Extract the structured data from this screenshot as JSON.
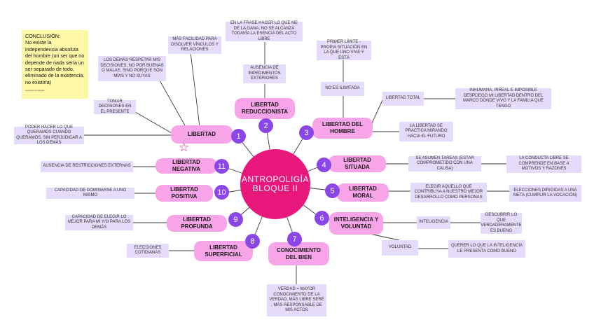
{
  "hub": {
    "line1": "ANTROPOLIGÍA",
    "line2": "BLOQUE II"
  },
  "conclusion": {
    "title": "CONCLUSIÓN:",
    "body": "No existe la independencia absoluta del hombre (un ser que no depende de nada sería un ser separado de todo, eliminado de la existencia. no existiría)",
    "signature": "Leanders Fernandez"
  },
  "topics": [
    {
      "num": "1",
      "label": "LIBERTAD"
    },
    {
      "num": "2",
      "label": "LIBERTAD REDUCCIONISTA"
    },
    {
      "num": "3",
      "label": "LIBERTAD DEL HOMBRE"
    },
    {
      "num": "4",
      "label": "LIBERTAD SITUADA"
    },
    {
      "num": "5",
      "label": "LIBERTAD MORAL"
    },
    {
      "num": "6",
      "label": "INTELIGENCIA Y VOLUNTAD"
    },
    {
      "num": "7",
      "label": "CONOCIMIENTO DEL BIEN"
    },
    {
      "num": "8",
      "label": "LIBERTAD SUPERFICIAL"
    },
    {
      "num": "9",
      "label": "LIBERTAD PROFUNDA"
    },
    {
      "num": "10",
      "label": "LIBERTAD POSITIVA"
    },
    {
      "num": "11",
      "label": "LIBERTAD NEGATIVA"
    }
  ],
  "details": {
    "libertad_1": "TOMAR DECISIONES EN EL PRESENTE",
    "libertad_2": "PODER HACER LO QUE QUERAMOS CUANDO QUERAMOS, SIN PERJUDICAR A LOS DEMÁS",
    "libertad_3": "LOS DEMÁS RESPETAR MIS DECISIONES, NO POR BUENAS O MALAS, SINO PORQUE SON MÍAS Y NO SUYAS",
    "libertad_4": "MÁS FACILIDAD PARA DISOLVER VÍNCULOS Y RELACIONES",
    "reduccionista_1": "AUSENCIA DE IMPEDIMENTOS EXTERIORES",
    "reduccionista_2": "EN LA FRASE HACER LO QUE ME DE LA GANA, NO SE ALCANZA TODAVÍA LA ESENCIA DEL ACTO LIBRE",
    "hombre_1": "PRIMER LÍMITE - PROPIA SITUACIÓN EN LA QUE UNO VIVE Y ESTÁ",
    "hombre_2": "NO ES ILIMITADA",
    "hombre_3": "LIBERTAD TOTAL",
    "hombre_3b": "INHUMANA, IRREAL E IMPOSIBLE DESPLIEGO MI LIBERTAD DENTRO DEL MARCO DONDE VIVO Y LA FAMILIA QUE TENGO",
    "hombre_4": "LA LIBERTAD SE PRACTICA MIRANDO HACIA EL FUTURO",
    "situada_1": "SE ASUMEN TAREAS (ESTAR COMPROMETIDO CON UNA CAUSA)",
    "situada_2": "LA CONDUCTA LIBRE SE COMPRENDE EN BASE A MOTIVOS Y RAZONES",
    "moral_1": "ELEGIR AQUELLO QUE CONTRIBUYA A NUESTRO MEJOR DESARROLLO COMO PERSONAS",
    "moral_2": "ELECCIONES DIRIGIDAS A UNA META (CUMPLIR LA VOCACIÓN)",
    "intel_1": "INTELIGENCIA",
    "intel_1b": "DESCUBRIR LO QUE VERDADERAMENTE ES BUENO",
    "intel_2": "VOLUNTAD",
    "intel_2b": "QUERER LO QUE LA INTELIGENCIA LE PRESENTA COMO BUENO",
    "conoc_1": "VERDAD = MAYOR CONOCIMIENTO DE LA VERDAD, MÁS LIBRE SERÉ , MÁS RESPONSABLE DE MIS ACTOS",
    "superficial_1": "ELECCIONES COTIDIANAS",
    "profunda_1": "CAPACIDAD DE ELEGIR LO MEJOR PARA MÍ Y/O PARA LOS DEMÁS",
    "positiva_1": "CAPACIDAD DE DOMINARSE A UNO MISMO",
    "negativa_1": "AUSENCIA DE RESTRICCIONES EXTERNAS"
  },
  "colors": {
    "hub": "#e8177c",
    "topic": "#f7a4e8",
    "number": "#8a47e6",
    "detail": "#e4dcfa",
    "note": "#fff7a8",
    "line": "#3a3a3a"
  }
}
